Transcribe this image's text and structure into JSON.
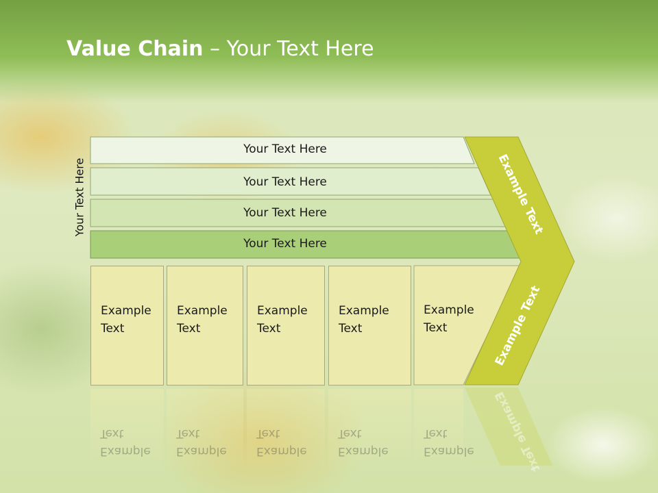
{
  "slide": {
    "title_bold": "Value Chain",
    "title_rest": " – Your Text Here",
    "vertical_label": "Your Text Here",
    "rows": [
      {
        "label": "Your Text Here",
        "color": "#eef5e4"
      },
      {
        "label": "Your Text Here",
        "color": "#e1eecd"
      },
      {
        "label": "Your Text Here",
        "color": "#d3e5b2"
      },
      {
        "label": "Your Text Here",
        "color": "#a9cf78"
      }
    ],
    "boxes": [
      {
        "line1": "Example",
        "line2": "Text"
      },
      {
        "line1": "Example",
        "line2": "Text"
      },
      {
        "line1": "Example",
        "line2": "Text"
      },
      {
        "line1": "Example",
        "line2": "Text"
      },
      {
        "line1": "Example",
        "line2": "Text"
      }
    ],
    "chevron_top_text": "Example Text",
    "chevron_bottom_text": "Example Text",
    "chevron_color": "#c8ce3a",
    "box_color": "#ecebad"
  }
}
